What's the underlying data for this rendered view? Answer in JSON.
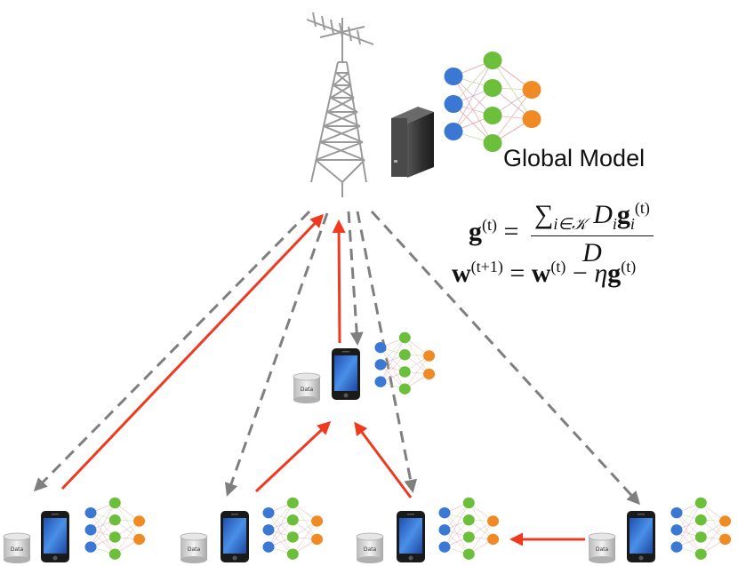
{
  "global_model": {
    "label": "Global Model"
  },
  "equations": {
    "aggregation": {
      "lhs": "g",
      "lhs_sup": "(t)",
      "equals": "=",
      "sum_symbol": "∑",
      "sum_sub": "i∈𝒦",
      "numerator_term": "D",
      "numerator_term_sub": "i",
      "numerator_vec": "g",
      "numerator_vec_sub": "i",
      "numerator_vec_sup": "(t)",
      "denominator": "D"
    },
    "update": {
      "lhs": "w",
      "lhs_sup": "(t+1)",
      "equals": "=",
      "w": "w",
      "w_sup": "(t)",
      "minus": "−",
      "eta": "η",
      "g": "g",
      "g_sup": "(t)"
    }
  },
  "devices": [
    {
      "id": "device-1",
      "data_label": "Data"
    },
    {
      "id": "device-2",
      "data_label": "Data"
    },
    {
      "id": "device-3",
      "data_label": "Data"
    },
    {
      "id": "device-4",
      "data_label": "Data"
    },
    {
      "id": "device-5",
      "data_label": "Data"
    }
  ],
  "colors": {
    "uplink": "#f03a1f",
    "downlink": "#7f7f7f",
    "node_blue": "#3a78d4",
    "node_green": "#6cbf3a",
    "node_orange": "#f08a24",
    "tower": "#9a9a9a",
    "server": "#3b3b3b",
    "phone_screen": "#2e6fd8"
  }
}
